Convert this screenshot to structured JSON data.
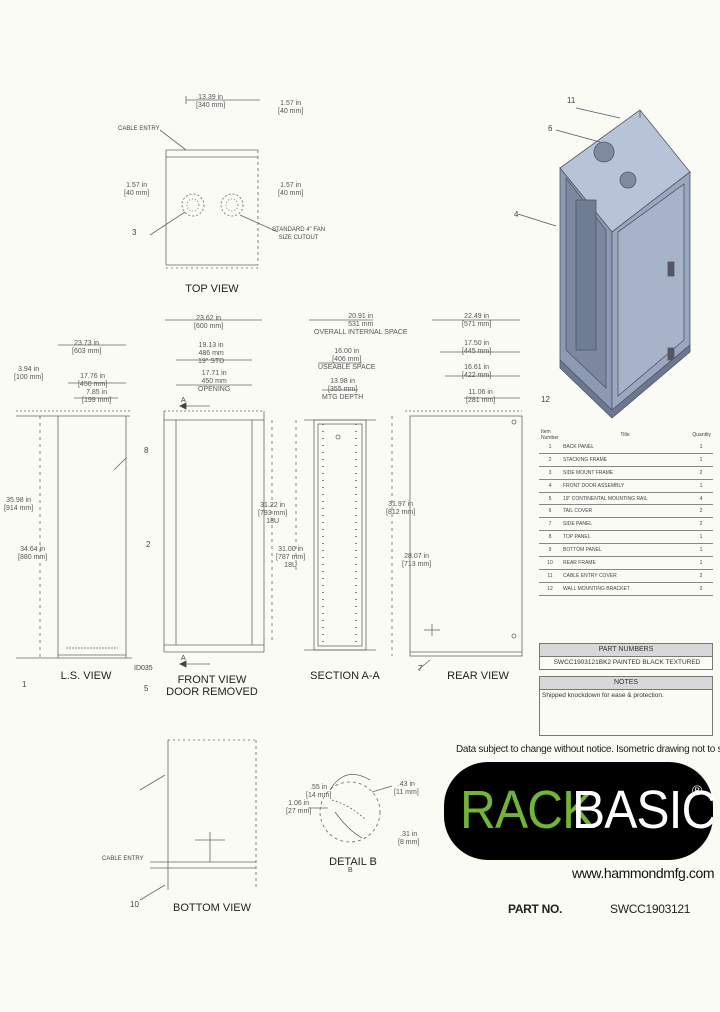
{
  "views": {
    "top": "TOP VIEW",
    "ls": "L.S. VIEW",
    "front_line1": "FRONT VIEW",
    "front_line2": "DOOR REMOVED",
    "section": "SECTION A-A",
    "rear": "REAR VIEW",
    "bottom": "BOTTOM VIEW",
    "detail": "DETAIL B"
  },
  "labels": {
    "cable_entry_top": "CABLE ENTRY",
    "cable_entry_bottom": "CABLE ENTRY",
    "fan_cutout_line1": "STANDARD 4\" FAN",
    "fan_cutout_line2": "SIZE CUTOUT",
    "section_marker": "A",
    "ls_scale": "ID035",
    "detail_scale": "B"
  },
  "dimensions": {
    "top": [
      {
        "in": "13.39 in",
        "mm": "[340 mm]"
      },
      {
        "in": "1.57 in",
        "mm": "[40 mm]"
      },
      {
        "in": "1.57 in",
        "mm": "[40 mm]"
      },
      {
        "in": "1.57 in",
        "mm": "[40 mm]"
      }
    ],
    "ls": [
      {
        "in": "23.73 in",
        "mm": "[603 mm]"
      },
      {
        "in": "3.94 in",
        "mm": "[100 mm]"
      },
      {
        "in": "17.76 in",
        "mm": "[450 mm]"
      },
      {
        "in": "7.85 in",
        "mm": "[199 mm]"
      },
      {
        "in": "35.98 in",
        "mm": "[914 mm]"
      },
      {
        "in": "34.64 in",
        "mm": "[880 mm]"
      }
    ],
    "front": [
      {
        "in": "23.62 in",
        "mm": "[600 mm]"
      },
      {
        "in": "19.13 in",
        "mm": "486 mm",
        "extra": "19\" STD"
      },
      {
        "in": "17.71 in",
        "mm": "450 mm",
        "extra": "OPENING"
      },
      {
        "in": "31.22 in",
        "mm": "[793 mm]",
        "extra": "18U"
      }
    ],
    "section": [
      {
        "in": "20.91 in",
        "mm": "531 mm",
        "extra": "OVERALL INTERNAL SPACE"
      },
      {
        "in": "16.00 in",
        "mm": "[406 mm]",
        "extra": "USEABLE SPACE"
      },
      {
        "in": "13.98 in",
        "mm": "[355 mm]",
        "extra": "MTG DEPTH"
      },
      {
        "in": "31.00 in",
        "mm": "[787 mm]",
        "extra": "18U"
      }
    ],
    "rear": [
      {
        "in": "22.49 in",
        "mm": "[571 mm]"
      },
      {
        "in": "17.50 in",
        "mm": "[445 mm]"
      },
      {
        "in": "16.61 in",
        "mm": "[422 mm]"
      },
      {
        "in": "11.06 in",
        "mm": "[281 mm]"
      },
      {
        "in": "31.97 in",
        "mm": "[812 mm]"
      },
      {
        "in": "28.07 in",
        "mm": "[713 mm]"
      }
    ],
    "detail": [
      {
        "in": ".55 in",
        "mm": "[14 mm]"
      },
      {
        "in": ".43 in",
        "mm": "[11 mm]"
      },
      {
        "in": "1.06 in",
        "mm": "[27 mm]"
      },
      {
        "in": ".31 in",
        "mm": "[8 mm]"
      }
    ]
  },
  "balloons": [
    "11",
    "6",
    "4",
    "12",
    "3",
    "2",
    "1",
    "5",
    "10",
    "8",
    "7"
  ],
  "parts_table": {
    "headers": [
      "Item Number",
      "Title",
      "Quantity"
    ],
    "rows": [
      {
        "num": "1",
        "title": "BACK PANEL",
        "qty": "1"
      },
      {
        "num": "2",
        "title": "STACKING FRAME",
        "qty": "1"
      },
      {
        "num": "3",
        "title": "SIDE MOUNT FRAME",
        "qty": "2"
      },
      {
        "num": "4",
        "title": "FRONT DOOR ASSEMBLY",
        "qty": "1"
      },
      {
        "num": "5",
        "title": "19\" CONTINENTAL MOUNTING RAIL",
        "qty": "4"
      },
      {
        "num": "6",
        "title": "TAIL COVER",
        "qty": "2"
      },
      {
        "num": "7",
        "title": "SIDE PANEL",
        "qty": "2"
      },
      {
        "num": "8",
        "title": "TOP PANEL",
        "qty": "1"
      },
      {
        "num": "9",
        "title": "BOTTOM PANEL",
        "qty": "1"
      },
      {
        "num": "10",
        "title": "REAR FRAME",
        "qty": "1"
      },
      {
        "num": "11",
        "title": "CABLE ENTRY COVER",
        "qty": "2"
      },
      {
        "num": "12",
        "title": "WALL MOUNTING BRACKET",
        "qty": "2"
      }
    ]
  },
  "part_numbers": {
    "header": "PART NUMBERS",
    "value": "SWCC1903121BK2 PAINTED BLACK TEXTURED"
  },
  "notes": {
    "header": "NOTES",
    "text": "Shipped knockdown for ease & protection."
  },
  "disclaimer": "Data subject to change without notice. Isometric drawing not to scale.",
  "logo": {
    "word1": "RACK",
    "word2": "BASICS",
    "reg": "®",
    "accent": "#72b433"
  },
  "website": "www.hammondmfg.com",
  "part_no_label": "PART NO.",
  "part_no_value": "SWCC1903121"
}
